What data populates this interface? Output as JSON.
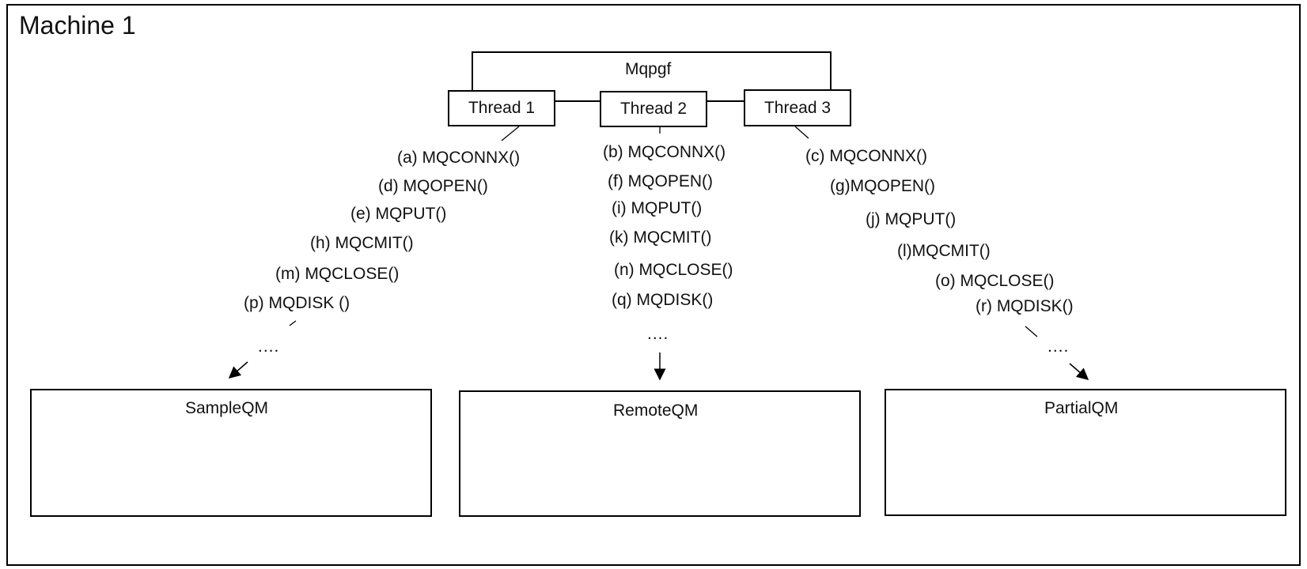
{
  "diagram": {
    "machine_title": "Machine 1",
    "process_label": "Mqpgf",
    "threads": [
      "Thread 1",
      "Thread 2",
      "Thread 3"
    ],
    "thread1_calls": [
      "(a) MQCONNX()",
      "(d) MQOPEN()",
      "(e) MQPUT()",
      "(h) MQCMIT()",
      "(m) MQCLOSE()",
      "(p) MQDISK ()"
    ],
    "thread2_calls": [
      "(b) MQCONNX()",
      "(f) MQOPEN()",
      "(i) MQPUT()",
      "(k) MQCMIT()",
      "(n) MQCLOSE()",
      "(q) MQDISK()"
    ],
    "thread3_calls": [
      "(c) MQCONNX()",
      "(g)MQOPEN()",
      "(j) MQPUT()",
      "(l)MQCMIT()",
      "(o) MQCLOSE()",
      "(r) MQDISK()"
    ],
    "ellipsis": "....",
    "queue_managers": [
      "SampleQM",
      "RemoteQM",
      "PartialQM"
    ]
  }
}
